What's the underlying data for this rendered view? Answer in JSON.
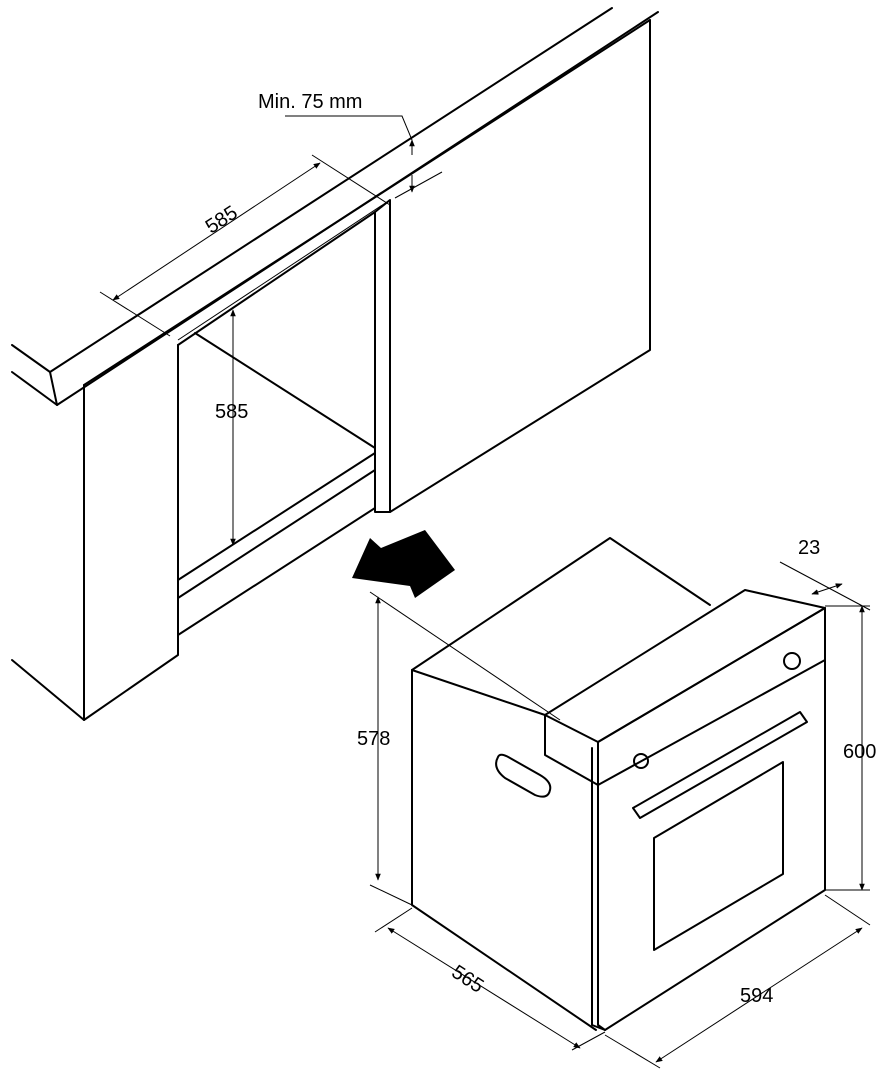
{
  "labels": {
    "min_gap": "Min. 75 mm",
    "niche_width": "585",
    "niche_height": "585",
    "oven_height_body": "578",
    "oven_depth": "565",
    "oven_width": "594",
    "oven_height": "600",
    "panel_thickness": "23"
  },
  "colors": {
    "line": "#000000",
    "background": "#ffffff",
    "arrow": "#000000"
  }
}
